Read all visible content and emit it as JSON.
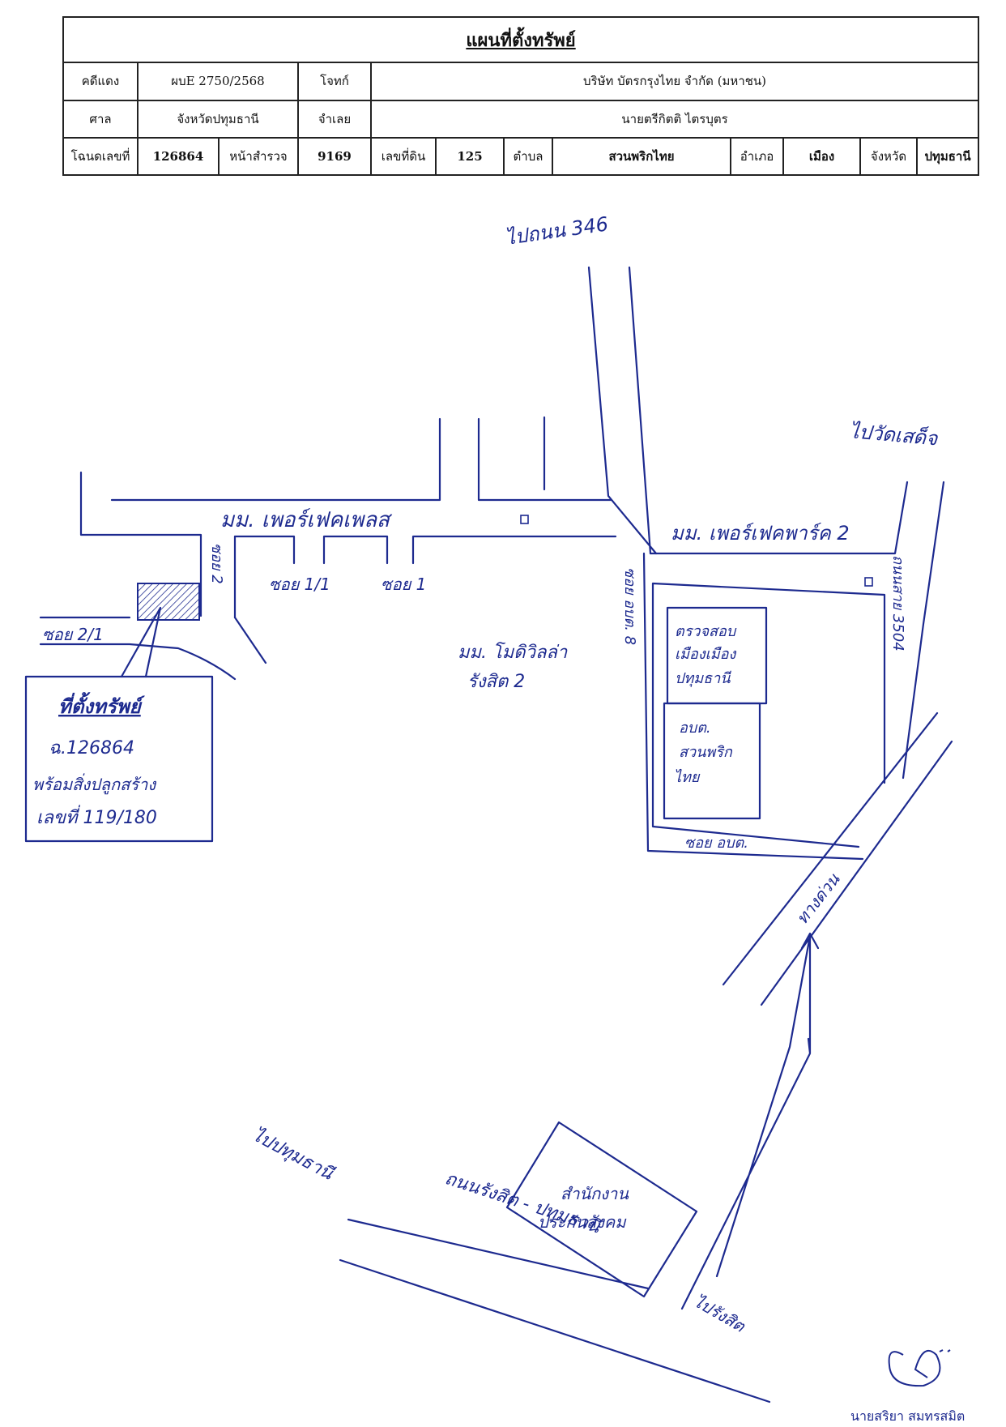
{
  "header": {
    "title": "แผนที่ตั้งทรัพย์",
    "row1": {
      "case_label": "คดีแดง",
      "case_no": "ผบE 2750/2568",
      "plaintiff_label": "โจทก์",
      "plaintiff": "บริษัท บัตรกรุงไทย จำกัด (มหาชน)"
    },
    "row2": {
      "court_label": "ศาล",
      "court": "จังหวัดปทุมธานี",
      "defendant_label": "จำเลย",
      "defendant": "นายตรีกิตติ  ไตรบุตร"
    },
    "row3": {
      "deed_label": "โฉนดเลขที่",
      "deed_no": "126864",
      "survey_label": "หน้าสำรวจ",
      "survey_no": "9169",
      "land_label": "เลขที่ดิน",
      "land_no": "125",
      "subdistrict_label": "ตำบล",
      "subdistrict": "สวนพริกไทย",
      "district_label": "อำเภอ",
      "district": "เมือง",
      "province_label": "จังหวัด",
      "province": "ปทุมธานี"
    }
  },
  "map_labels": {
    "to_highway_346": "ไปถนน 346",
    "to_wat_sadet": "ไปวัดเสด็จ",
    "village_perfect_place": "มม. เพอร์เฟคเพลส",
    "village_perfect_park": "มม. เพอร์เฟคพาร์ค 2",
    "soi_2": "ซอย 2",
    "soi_1_1": "ซอย 1/1",
    "soi_1": "ซอย 1",
    "soi_2_1": "ซอย 2/1",
    "village_modi_1": "มม. โมดิวิลล่า",
    "village_modi_2": "รังสิต 2",
    "soi_mu_8": "ซอย อบต. 8",
    "police_1": "ตรวจสอบ",
    "police_2": "เมืองเมือง",
    "police_3": "ปทุมธานี",
    "tambon_1": "อบต.",
    "tambon_2": "สวนพริก",
    "tambon_3": "ไทย",
    "soi_obt": "ซอย อบต.",
    "khlong_3504": "ถนนสาย 3504",
    "expressway": "ทางด่วน",
    "to_pathum": "ไปปทุมธานี",
    "rangsit_pathum_rd": "ถนนรังสิต - ปทุมธานี",
    "to_rangsit": "ไปรังสิต",
    "social_security_1": "สำนักงาน",
    "social_security_2": "ประกันสังคม",
    "property_box": {
      "heading": "ที่ตั้งทรัพย์",
      "line1": "ฉ.126864",
      "line2": "พร้อมสิ่งปลูกสร้าง",
      "line3": "เลขที่ 119/180"
    }
  },
  "signature": {
    "name": "นายสริยา สมทรสมิต"
  }
}
